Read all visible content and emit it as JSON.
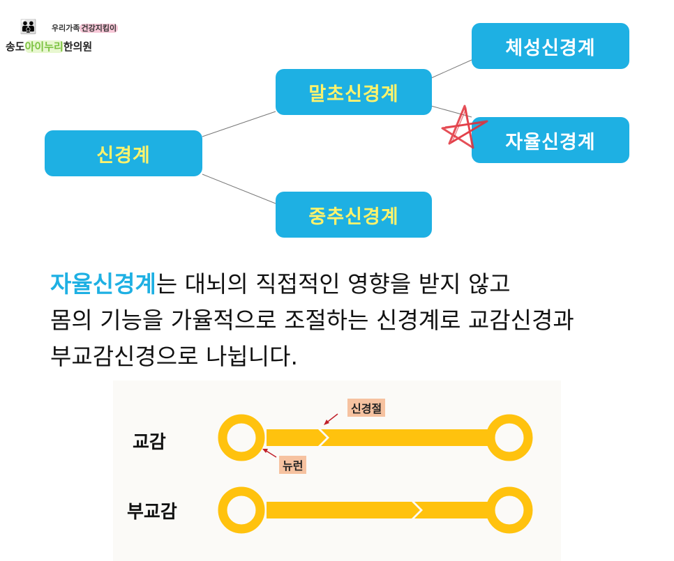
{
  "logo": {
    "tagline_prefix": "우리가족",
    "tagline_highlight": "건강지킴이",
    "name_prefix": "송도",
    "name_accent": "아이누리",
    "name_suffix": "한의원"
  },
  "tree": {
    "root": "신경계",
    "peripheral": "말초신경계",
    "central": "중추신경계",
    "somatic": "체성신경계",
    "autonomic": "자율신경계"
  },
  "description": {
    "accent": "자율신경계",
    "line1_rest": "는 대뇌의 직접적인 영향을 받지 않고",
    "line2": "몸의 기능을 가율적으로 조절하는 신경계로 교감신경과",
    "line3": "부교감신경으로 나뉩니다."
  },
  "pathway": {
    "sympathetic_label": "교감",
    "parasympathetic_label": "부교감",
    "ganglion_label": "신경절",
    "neuron_label": "뉴런",
    "color": "#ffc20e",
    "annotation_color": "#f6c2a0",
    "arrow_color": "#c0202a"
  },
  "colors": {
    "node_bg": "#1eb0e3",
    "node_text_highlight": "#fff36b",
    "star": "#e0303a"
  }
}
